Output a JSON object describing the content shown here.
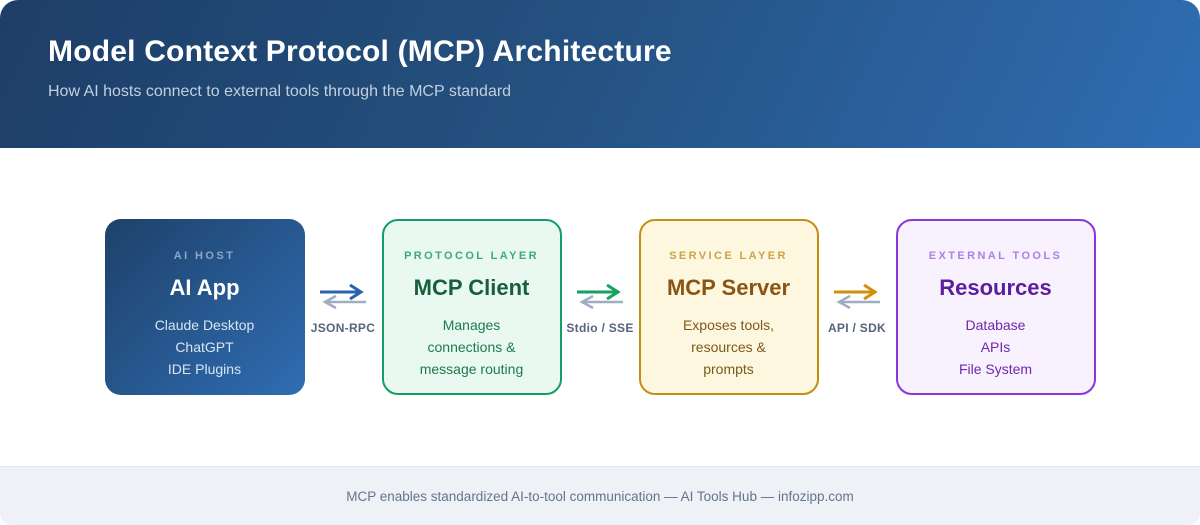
{
  "header": {
    "title": "Model Context Protocol (MCP) Architecture",
    "subtitle": "How AI hosts connect to external tools through the MCP standard"
  },
  "cards": [
    {
      "eyebrow": "AI HOST",
      "title": "AI App",
      "lines": [
        "Claude Desktop",
        "ChatGPT",
        "IDE Plugins"
      ]
    },
    {
      "eyebrow": "PROTOCOL LAYER",
      "title": "MCP Client",
      "lines": [
        "Manages",
        "connections &",
        "message routing"
      ]
    },
    {
      "eyebrow": "SERVICE LAYER",
      "title": "MCP Server",
      "lines": [
        "Exposes tools,",
        "resources &",
        "prompts"
      ]
    },
    {
      "eyebrow": "EXTERNAL TOOLS",
      "title": "Resources",
      "lines": [
        "Database",
        "APIs",
        "File System"
      ]
    }
  ],
  "connectors": [
    {
      "label": "JSON-RPC",
      "color": "#2c62ae"
    },
    {
      "label": "Stdio / SSE",
      "color": "#16a15e"
    },
    {
      "label": "API / SDK",
      "color": "#d28f0e"
    }
  ],
  "footer": {
    "text": "MCP enables standardized AI-to-tool communication — AI Tools Hub — infozipp.com"
  },
  "colors": {
    "header_gradient_start": "#1d3e68",
    "header_gradient_end": "#2f6db3",
    "host_card_gradient_start": "#1e4169",
    "host_card_gradient_end": "#2f6db3",
    "protocol_border": "#129e66",
    "protocol_bg": "#e9f8f0",
    "service_border": "#c38f10",
    "service_bg": "#fdf7e0",
    "external_border": "#8a36da",
    "external_bg": "#f8f1fe",
    "reverse_arrow": "#9fadc2",
    "footer_bg": "#eef1f6"
  }
}
